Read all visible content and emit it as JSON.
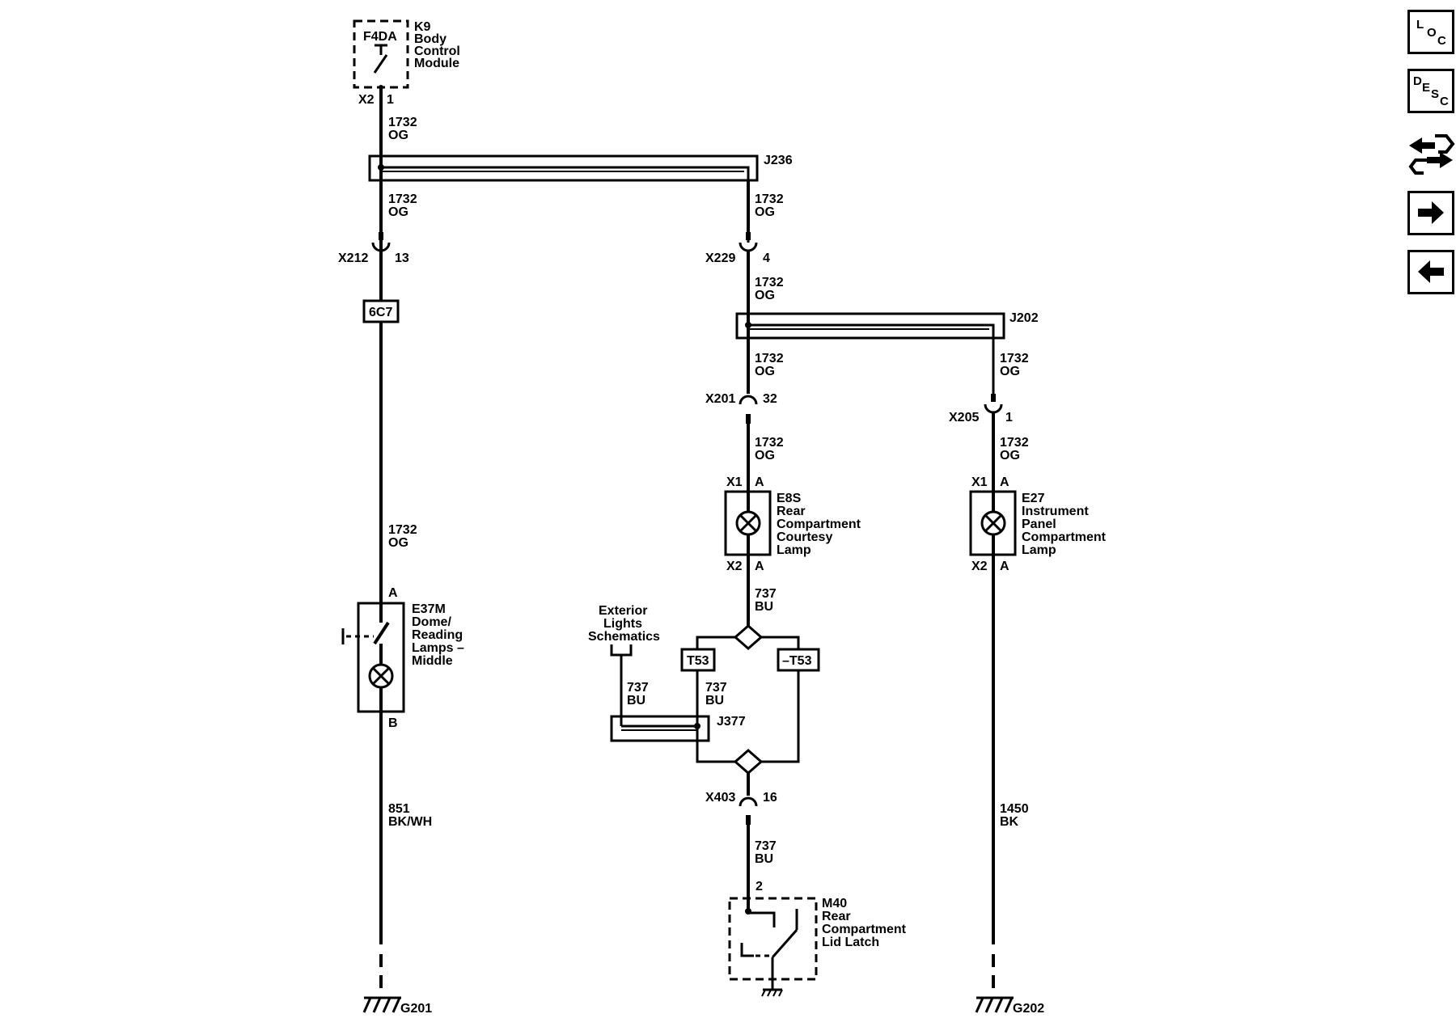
{
  "module": {
    "fuse": "F4DA",
    "name_lines": [
      "K9",
      "Body",
      "Control",
      "Module"
    ],
    "connector": "X2",
    "pin": "1"
  },
  "wires": {
    "og_circuit": "1732",
    "og_color": "OG",
    "bu_circuit": "737",
    "bu_color": "BU",
    "left_ground_circuit": "851",
    "left_ground_color": "BK/WH",
    "right_ground_circuit": "1450",
    "right_ground_color": "BK"
  },
  "splices": {
    "j236": "J236",
    "j202": "J202",
    "j377": "J377"
  },
  "connectors": {
    "x212": "X212",
    "x212_pin": "13",
    "x229": "X229",
    "x229_pin": "4",
    "x201": "X201",
    "x201_pin": "32",
    "x205": "X205",
    "x205_pin": "1",
    "x403": "X403",
    "x403_pin": "16"
  },
  "option_codes": {
    "box": "6C7",
    "t53": "T53",
    "not_t53": "–T53"
  },
  "dome_lamp": {
    "pin_a": "A",
    "pin_b": "B",
    "name_lines": [
      "E37M",
      "Dome/",
      "Reading",
      "Lamps –",
      "Middle"
    ]
  },
  "rear_lamp": {
    "x1": "X1",
    "x2": "X2",
    "pin": "A",
    "name_lines": [
      "E8S",
      "Rear",
      "Compartment",
      "Courtesy",
      "Lamp"
    ]
  },
  "ip_lamp": {
    "x1": "X1",
    "x2": "X2",
    "pin": "A",
    "name_lines": [
      "E27",
      "Instrument",
      "Panel",
      "Compartment",
      "Lamp"
    ]
  },
  "exterior_ref": {
    "lines": [
      "Exterior",
      "Lights",
      "Schematics"
    ]
  },
  "latch": {
    "pin": "2",
    "name_lines": [
      "M40",
      "Rear",
      "Compartment",
      "Lid Latch"
    ]
  },
  "grounds": {
    "g201": "G201",
    "g202": "G202"
  },
  "side_buttons": {
    "loc": [
      "L",
      "O",
      "C"
    ],
    "desc": [
      "D",
      "E",
      "S",
      "C"
    ],
    "icons": [
      "connector-swap-icon",
      "arrow-right-icon",
      "arrow-left-icon"
    ]
  }
}
